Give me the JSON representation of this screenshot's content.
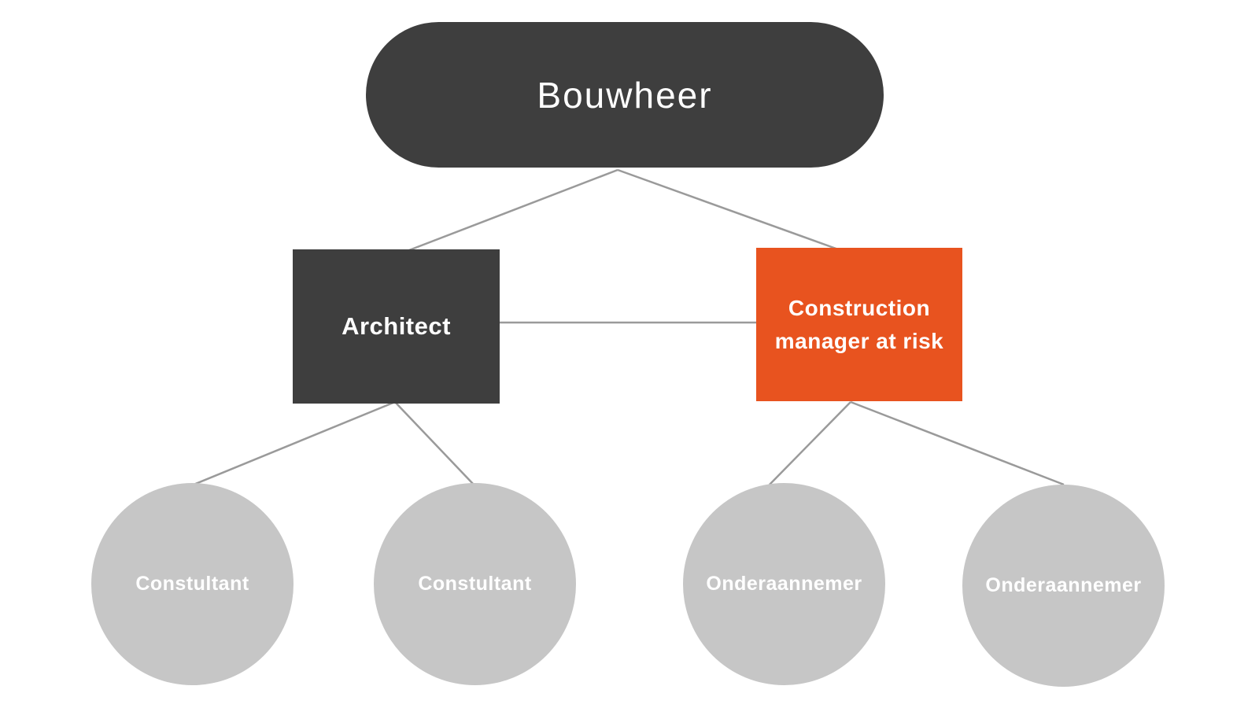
{
  "diagram": {
    "type": "org-chart",
    "nodes": {
      "bouwheer": {
        "label": "Bouwheer",
        "shape": "pill",
        "color": "#3e3e3e"
      },
      "architect": {
        "label": "Architect",
        "shape": "rect",
        "color": "#3e3e3e"
      },
      "construction_manager": {
        "label": "Construction manager at risk",
        "shape": "rect",
        "color": "#e8531f"
      },
      "consultant_1": {
        "label": "Constultant",
        "shape": "circle",
        "color": "#c6c6c6"
      },
      "consultant_2": {
        "label": "Constultant",
        "shape": "circle",
        "color": "#c6c6c6"
      },
      "subcontractor_1": {
        "label": "Onderaannemer",
        "shape": "circle",
        "color": "#c6c6c6"
      },
      "subcontractor_2": {
        "label": "Onderaannemer",
        "shape": "circle",
        "color": "#c6c6c6"
      }
    },
    "edges": [
      {
        "from": "bouwheer",
        "to": "architect"
      },
      {
        "from": "bouwheer",
        "to": "construction_manager"
      },
      {
        "from": "architect",
        "to": "construction_manager"
      },
      {
        "from": "architect",
        "to": "consultant_1"
      },
      {
        "from": "architect",
        "to": "consultant_2"
      },
      {
        "from": "construction_manager",
        "to": "subcontractor_1"
      },
      {
        "from": "construction_manager",
        "to": "subcontractor_2"
      }
    ]
  },
  "colors": {
    "dark": "#3e3e3e",
    "accent_orange": "#e8531f",
    "circle_gray": "#c6c6c6",
    "connector_gray": "#9a9a9a",
    "text_white": "#ffffff",
    "background": "#ffffff"
  }
}
